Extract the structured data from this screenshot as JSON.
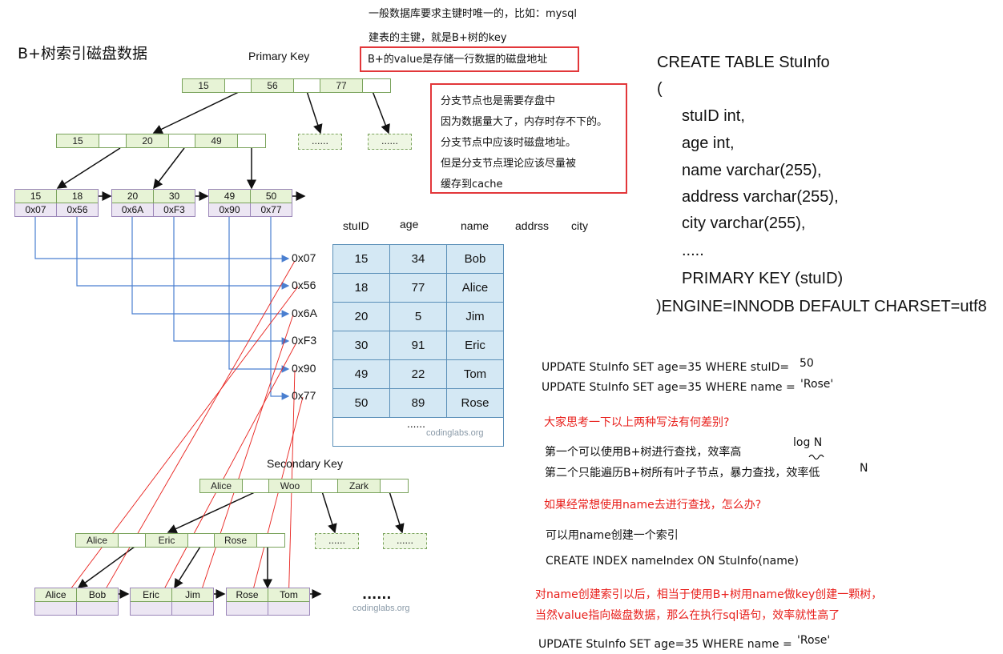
{
  "title": "B+树索引磁盘数据",
  "note_top": {
    "line1": "一般数据库要求主键时唯一的，比如：mysql",
    "line2": "建表的主键，就是B+树的key",
    "line3": "B+的value是存储一行数据的磁盘地址"
  },
  "note_branch": [
    "分支节点也是需要存盘中",
    "因为数据量大了，内存时存不下的。",
    "分支节点中应该时磁盘地址。",
    "但是分支节点理论应该尽量被",
    "缓存到cache"
  ],
  "primary": {
    "title": "Primary Key",
    "root": [
      "15",
      "56",
      "77"
    ],
    "level2": [
      "15",
      "20",
      "49"
    ],
    "ellipsis": "......",
    "leaves": [
      {
        "keys": [
          "15",
          "18"
        ],
        "vals": [
          "0x07",
          "0x56"
        ]
      },
      {
        "keys": [
          "20",
          "30"
        ],
        "vals": [
          "0x6A",
          "0xF3"
        ]
      },
      {
        "keys": [
          "49",
          "50"
        ],
        "vals": [
          "0x90",
          "0x77"
        ]
      }
    ]
  },
  "addresses": [
    "0x07",
    "0x56",
    "0x6A",
    "0xF3",
    "0x90",
    "0x77"
  ],
  "table": {
    "headers": [
      "stuID",
      "age",
      "name",
      "addrss",
      "city"
    ],
    "rows": [
      [
        "15",
        "34",
        "Bob"
      ],
      [
        "18",
        "77",
        "Alice"
      ],
      [
        "20",
        "5",
        "Jim"
      ],
      [
        "30",
        "91",
        "Eric"
      ],
      [
        "49",
        "22",
        "Tom"
      ],
      [
        "50",
        "89",
        "Rose"
      ]
    ],
    "ellipsis": "......",
    "watermark": "codinglabs.org"
  },
  "secondary": {
    "title": "Secondary Key",
    "root": [
      "Alice",
      "Woo",
      "Zark"
    ],
    "level2": [
      "Alice",
      "Eric",
      "Rose"
    ],
    "ellipsis": "......",
    "leaves": [
      {
        "keys": [
          "Alice",
          "Bob"
        ]
      },
      {
        "keys": [
          "Eric",
          "Jim"
        ]
      },
      {
        "keys": [
          "Rose",
          "Tom"
        ]
      }
    ],
    "tail": "......",
    "watermark": "codinglabs.org"
  },
  "create_sql": [
    "CREATE TABLE StuInfo",
    "(",
    "stuID int,",
    "age int,",
    "name varchar(255),",
    "address varchar(255),",
    "city varchar(255),",
    ".....",
    "PRIMARY KEY (stuID)",
    ")ENGINE=INNODB DEFAULT CHARSET=utf8"
  ],
  "notes": {
    "update1": "UPDATE StuInfo SET age=35 WHERE stuID=",
    "update1_val": "50",
    "update2": "UPDATE StuInfo SET age=35 WHERE name =",
    "update2_val": "'Rose'",
    "question1": "大家思考一下以上两种写法有何差别?",
    "answer1": "第一个可以使用B+树进行查找，效率高",
    "answer1_note": "log N",
    "answer2": "第二个只能遍历B+树所有叶子节点，暴力查找，效率低",
    "answer2_note": "N",
    "question2": "如果经常想使用name去进行查找，怎么办?",
    "answer3": "可以用name创建一个索引",
    "create_index": "CREATE INDEX nameIndex ON StuInfo(name)",
    "explain1": "对name创建索引以后，相当于使用B+树用name做key创建一颗树，",
    "explain2": "当然value指向磁盘数据，那么在执行sql语句，效率就性高了",
    "update3": "UPDATE StuInfo SET age=35 WHERE name =",
    "update3_val": "'Rose'"
  }
}
